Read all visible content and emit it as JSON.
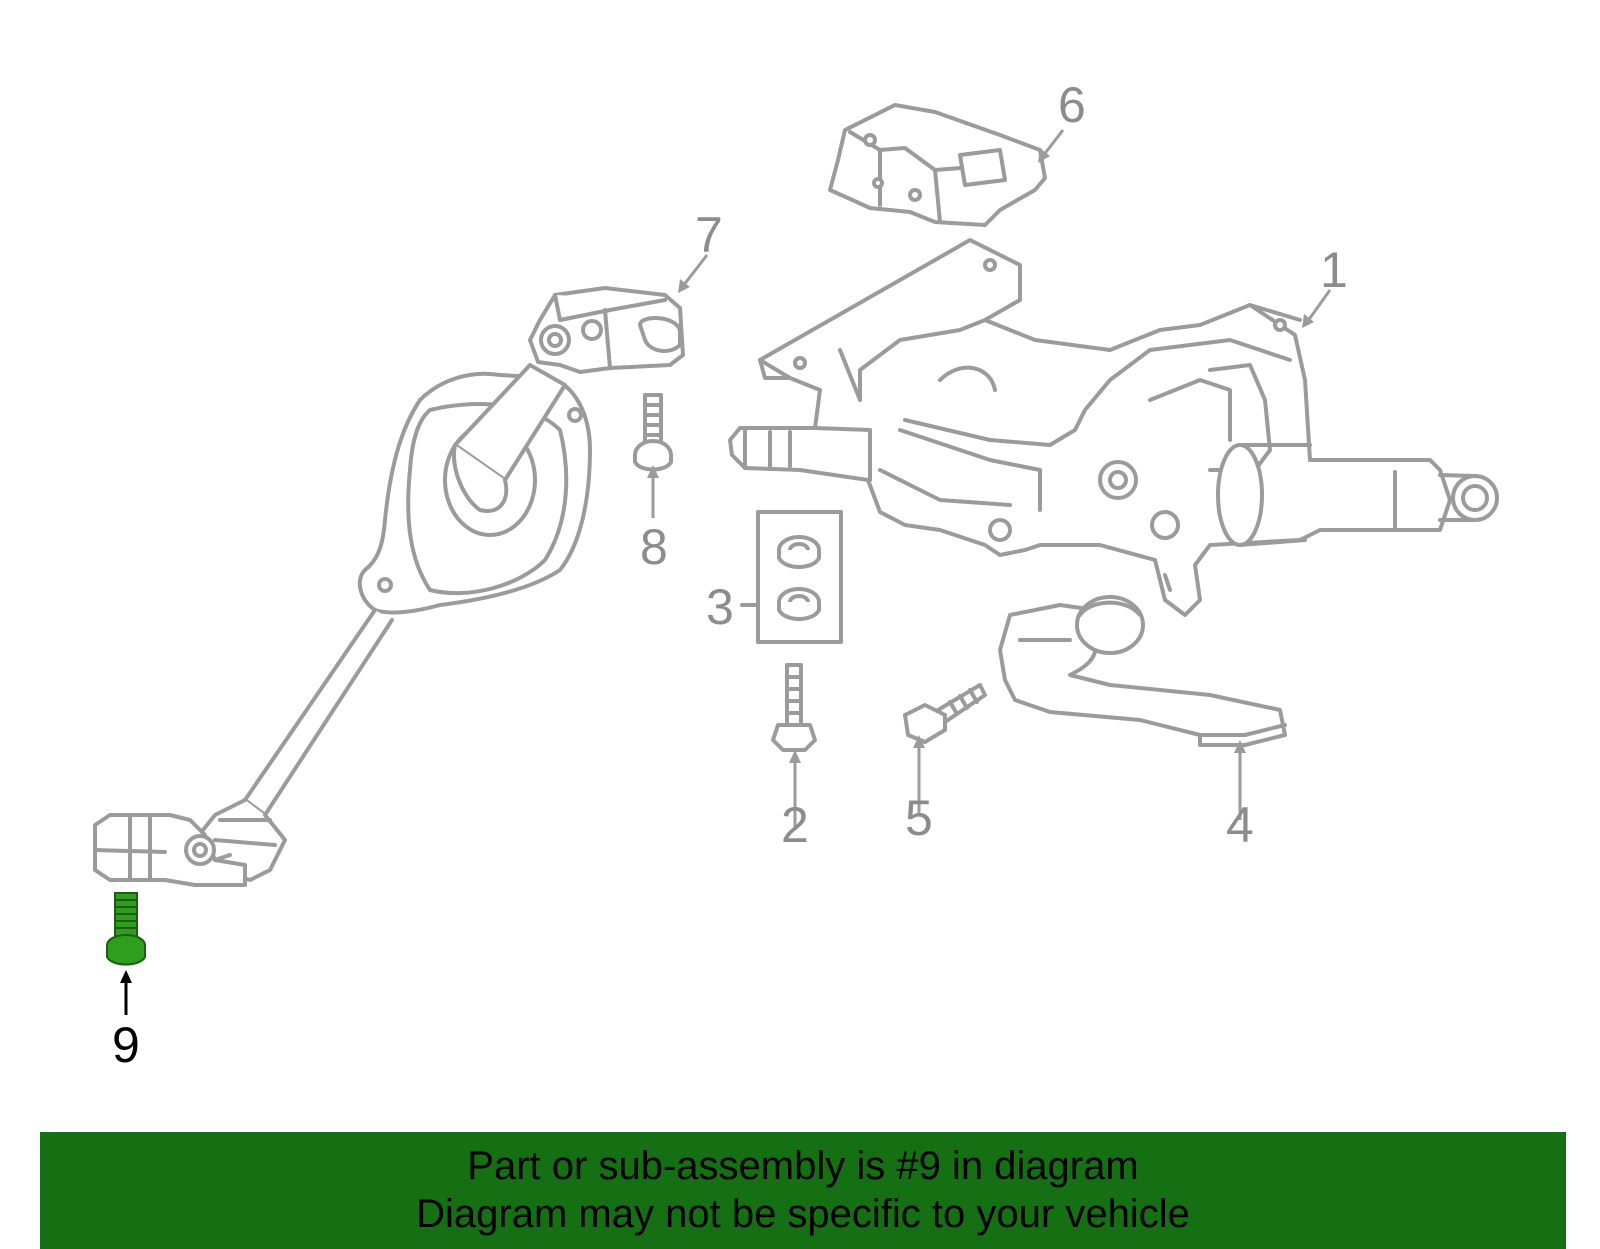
{
  "diagram": {
    "highlight_part": "9",
    "colors": {
      "line": "#9b9b9b",
      "highlight": "#2f9e1f",
      "banner": "#157013"
    },
    "callouts": [
      "1",
      "2",
      "3",
      "4",
      "5",
      "6",
      "7",
      "8",
      "9"
    ]
  },
  "banner": {
    "line1": "Part or sub-assembly is #9 in diagram",
    "line2": "Diagram may not be specific to your vehicle"
  }
}
